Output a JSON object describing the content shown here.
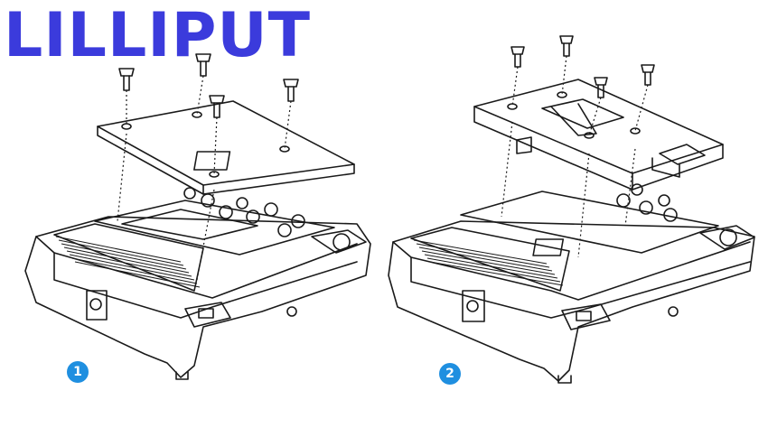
{
  "brand": {
    "logo_text": "LILLIPUT",
    "logo_color": "#3b3bdc"
  },
  "steps": [
    {
      "number": "1",
      "badge_color": "#1f8fe0"
    },
    {
      "number": "2",
      "badge_color": "#1f8fe0"
    }
  ]
}
